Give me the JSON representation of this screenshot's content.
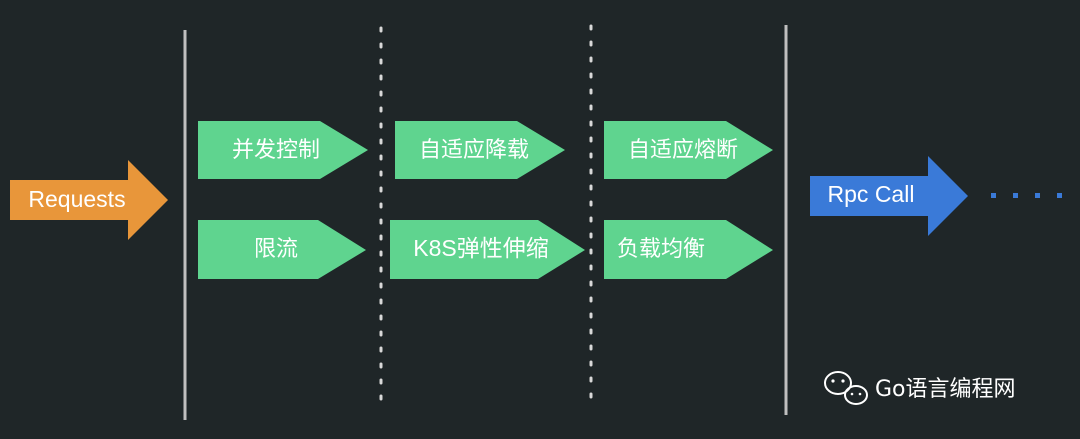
{
  "colors": {
    "background": "#1f2628",
    "request_arrow": "#e8963a",
    "stage_arrow": "#5fd48f",
    "rpc_arrow": "#3a7ad8",
    "solid_line": "#bfbfbf",
    "dotted_line": "#d8d8d8",
    "ellipsis": "#3a7ad8"
  },
  "input": {
    "label": "Requests"
  },
  "stages": [
    {
      "items": [
        "并发控制",
        "限流"
      ]
    },
    {
      "items": [
        "自适应降载",
        "K8S弹性伸缩"
      ]
    },
    {
      "items": [
        "自适应熔断",
        "负载均衡"
      ]
    }
  ],
  "output": {
    "label": "Rpc Call",
    "ellipsis": "····"
  },
  "watermark": {
    "text": "Go语言编程网",
    "icon": "wechat-icon"
  }
}
